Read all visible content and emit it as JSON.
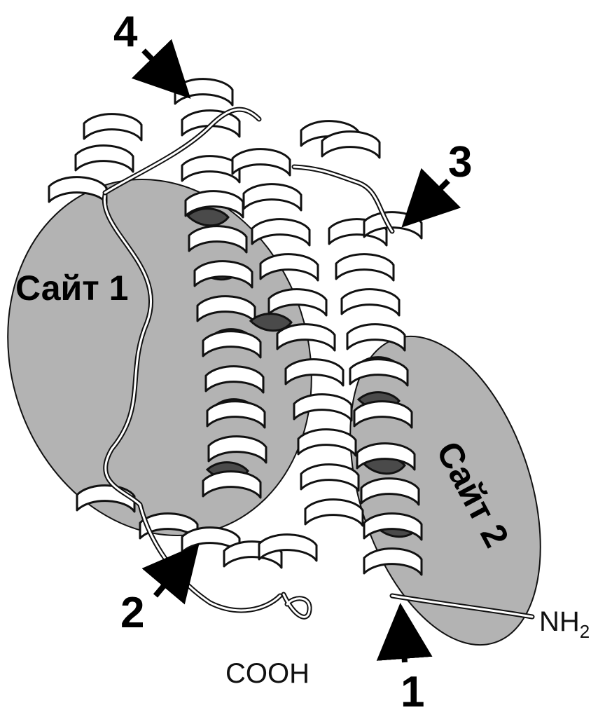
{
  "labels": {
    "arrow_4": "4",
    "arrow_3": "3",
    "arrow_2": "2",
    "arrow_1": "1",
    "site_1": "Сайт 1",
    "site_2": "Сайт 2",
    "n_terminus": "NH",
    "n_terminus_sub": "2",
    "c_terminus": "COOH"
  },
  "colors": {
    "site_fill": "#b3b3b3",
    "outline": "#111111",
    "helix_back": "#4a4a4a",
    "background": "#ffffff"
  }
}
